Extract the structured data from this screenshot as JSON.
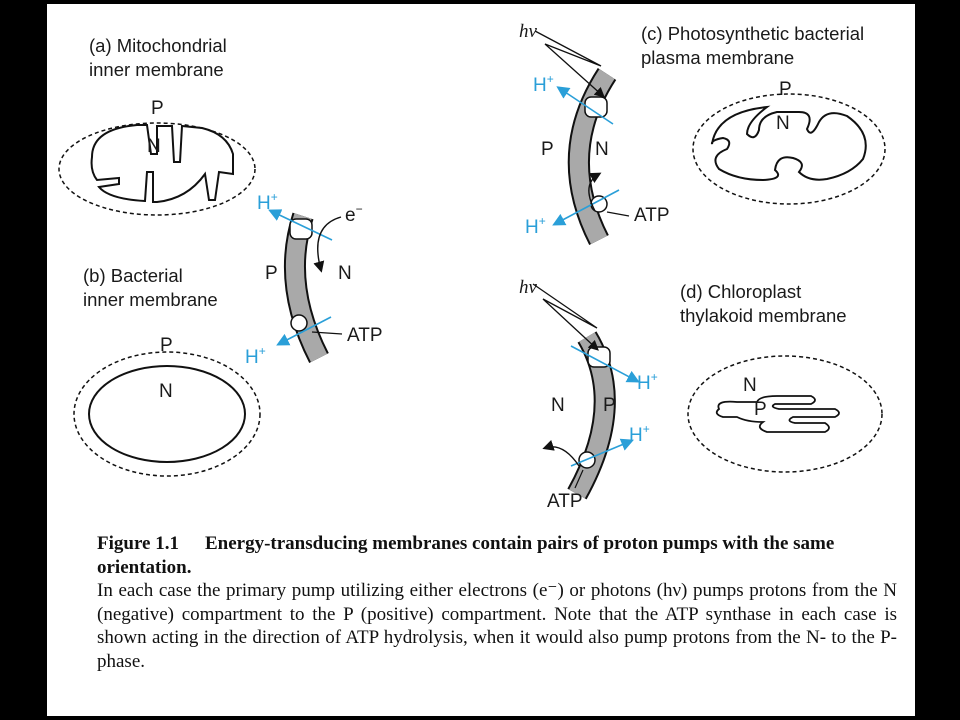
{
  "panels": {
    "a": {
      "title_line1": "(a) Mitochondrial",
      "title_line2": "inner membrane",
      "p": "P",
      "n": "N"
    },
    "b": {
      "title_line1": "(b) Bacterial",
      "title_line2": "inner membrane",
      "p": "P",
      "n": "N",
      "membrane_p": "P",
      "membrane_n": "N",
      "h_top": "H",
      "h_bottom": "H",
      "electron": "e",
      "atp": "ATP"
    },
    "c": {
      "title_line1": "(c) Photosynthetic bacterial",
      "title_line2": "plasma membrane",
      "p": "P",
      "n": "N",
      "membrane_p": "P",
      "membrane_n": "N",
      "hv": "hν",
      "h_top": "H",
      "h_bottom": "H",
      "atp": "ATP"
    },
    "d": {
      "title_line1": "(d) Chloroplast",
      "title_line2": "thylakoid membrane",
      "p": "P",
      "n": "N",
      "membrane_p": "P",
      "membrane_n": "N",
      "hv": "hν",
      "h_top": "H",
      "h_bottom": "H",
      "atp": "ATP"
    }
  },
  "superscripts": {
    "plus": "+",
    "minus": "−"
  },
  "caption": {
    "figure_label": "Figure 1.1",
    "title": "Energy-transducing membranes contain pairs of proton pumps with the same orientation.",
    "body": "In each case the primary pump utilizing either electrons (e⁻) or photons (hν) pumps protons from the N (negative) compartment to the P (positive) compartment. Note that the ATP synthase in each case is shown acting in the direction of ATP hydrolysis, when it would also pump protons from the N- to the P-phase."
  },
  "colors": {
    "proton_blue": "#2a9fd8",
    "membrane_gray": "#a9a9a9",
    "background": "#000000"
  }
}
